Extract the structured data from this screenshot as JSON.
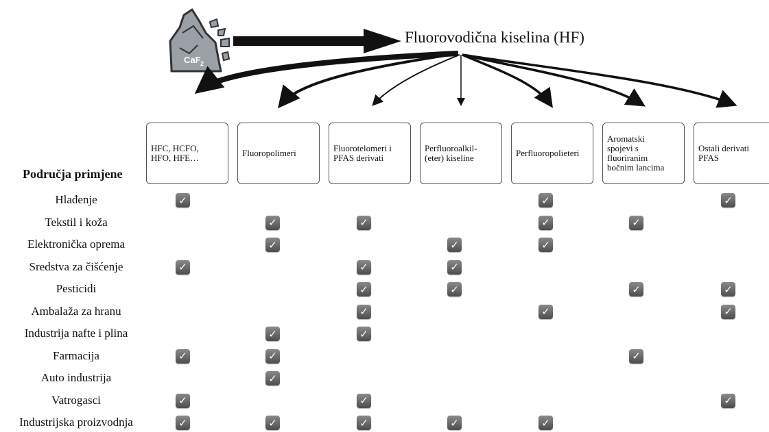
{
  "source_label": "Fluorovodična kiselina (HF)",
  "mineral_label": "CaF",
  "mineral_subscript": "2",
  "area_heading": "Područja primjene",
  "categories": [
    [
      "HFC, HCFO,",
      "HFO, HFE…"
    ],
    [
      "Fluoropolimeri"
    ],
    [
      "Fluorotelomeri i",
      "PFAS derivati"
    ],
    [
      "Perfluoroalkil-",
      "(eter) kiseline"
    ],
    [
      "Perfluoropolieteri"
    ],
    [
      "Aromatski",
      "spojevi s",
      "fluoriranim",
      "bočnim lancima"
    ],
    [
      "Ostali derivati",
      "PFAS"
    ]
  ],
  "rows": [
    {
      "label": "Hlađenje",
      "checks": [
        1,
        0,
        0,
        0,
        1,
        0,
        1
      ]
    },
    {
      "label": "Tekstil i koža",
      "checks": [
        0,
        1,
        1,
        0,
        1,
        1,
        0
      ]
    },
    {
      "label": "Elektronička oprema",
      "checks": [
        0,
        1,
        0,
        1,
        1,
        0,
        0
      ]
    },
    {
      "label": "Sredstva za čišćenje",
      "checks": [
        1,
        0,
        1,
        1,
        0,
        0,
        0
      ]
    },
    {
      "label": "Pesticidi",
      "checks": [
        0,
        0,
        1,
        1,
        0,
        1,
        1
      ]
    },
    {
      "label": "Ambalaža za hranu",
      "checks": [
        0,
        0,
        1,
        0,
        1,
        0,
        1
      ]
    },
    {
      "label": "Industrija nafte i plina",
      "checks": [
        0,
        1,
        1,
        0,
        0,
        0,
        0
      ]
    },
    {
      "label": "Farmacija",
      "checks": [
        1,
        1,
        0,
        0,
        0,
        1,
        0
      ]
    },
    {
      "label": "Auto industrija",
      "checks": [
        0,
        1,
        0,
        0,
        0,
        0,
        0
      ]
    },
    {
      "label": "Vatrogasci",
      "checks": [
        1,
        0,
        1,
        0,
        0,
        0,
        1
      ]
    },
    {
      "label": "Industrijska proizvodnja",
      "checks": [
        1,
        1,
        1,
        1,
        1,
        0,
        0
      ]
    }
  ],
  "check_symbol": "✓",
  "colors": {
    "check_fill": "#6b6b6b",
    "rock_fill": "#9aa0a6",
    "arrow": "#111111"
  }
}
